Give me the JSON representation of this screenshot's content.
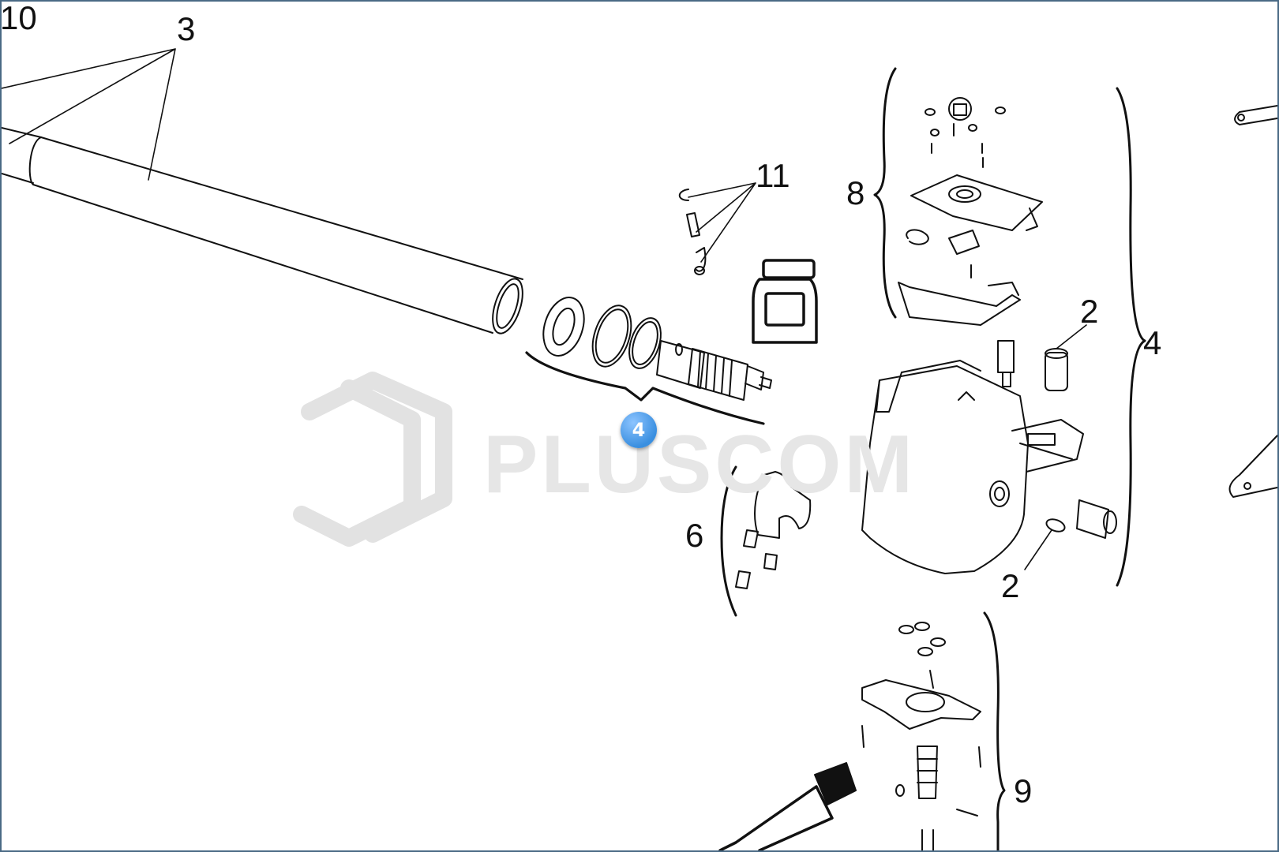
{
  "callouts": {
    "c10": "10",
    "c3": "3",
    "c11": "11",
    "c8": "8",
    "c2a": "2",
    "c4": "4",
    "c6": "6",
    "c2b": "2",
    "c9": "9"
  },
  "hotspot": {
    "label": "4",
    "color": "#3a8fe0"
  },
  "watermark": {
    "text": "PLUSCOM"
  }
}
